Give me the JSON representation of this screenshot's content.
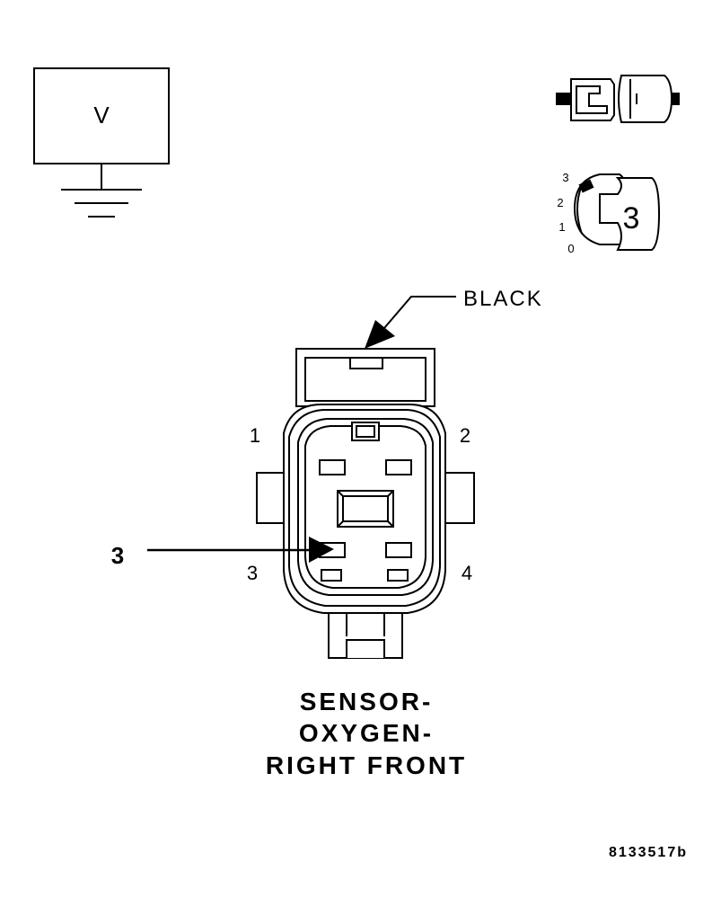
{
  "meter": {
    "label": "V"
  },
  "key_switch": {
    "positions": [
      "3",
      "2",
      "1",
      "0"
    ],
    "key_label": "3"
  },
  "connector": {
    "color_label": "BLACK",
    "pins": {
      "p1": "1",
      "p2": "2",
      "p3": "3",
      "p4": "4"
    }
  },
  "callout": {
    "label": "3"
  },
  "title": {
    "line1": "SENSOR-",
    "line2": "OXYGEN-",
    "line3": "RIGHT FRONT"
  },
  "figure_id": "8133517b"
}
